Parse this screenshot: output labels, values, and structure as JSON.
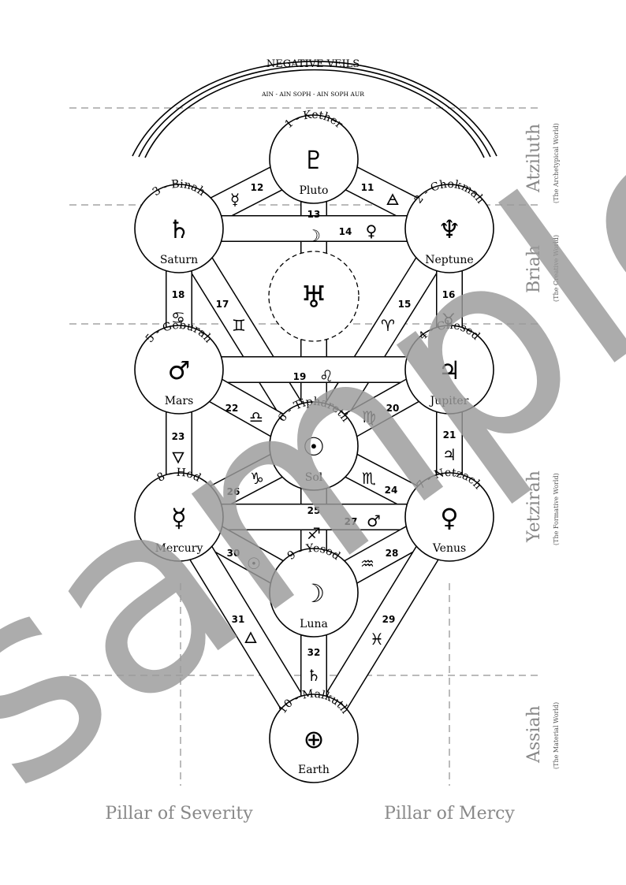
{
  "veils": {
    "title": "NEGATIVE VEILS",
    "subtitle": "AIN - AIN SOPH - AIN SOPH AUR"
  },
  "sephiroth": [
    {
      "id": "kether",
      "label": "1 - Kether",
      "planet": "Pluto",
      "symbol": "♇"
    },
    {
      "id": "chokmah",
      "label": "2 - Chokmah",
      "planet": "Neptune",
      "symbol": "♆"
    },
    {
      "id": "binah",
      "label": "3 - Binah",
      "planet": "Saturn",
      "symbol": "♄"
    },
    {
      "id": "chesed",
      "label": "4 - Chesed",
      "planet": "Jupiter",
      "symbol": "♃"
    },
    {
      "id": "geburah",
      "label": "5 - Geburah",
      "planet": "Mars",
      "symbol": "♂"
    },
    {
      "id": "tiphareth",
      "label": "6 - Tiphareth",
      "planet": "Sol",
      "symbol": "☉"
    },
    {
      "id": "netzach",
      "label": "7 - Netzach",
      "planet": "Venus",
      "symbol": "♀"
    },
    {
      "id": "hod",
      "label": "8 - Hod",
      "planet": "Mercury",
      "symbol": "☿"
    },
    {
      "id": "yesod",
      "label": "9 - Yesod",
      "planet": "Luna",
      "symbol": "☽"
    },
    {
      "id": "malkuth",
      "label": "10 - Malkuth",
      "planet": "Earth",
      "symbol": "⊕"
    }
  ],
  "daath": {
    "symbol": "♅"
  },
  "paths": [
    {
      "n": "11",
      "symbol": "🜁"
    },
    {
      "n": "12",
      "symbol": "☿"
    },
    {
      "n": "13",
      "symbol": "☽"
    },
    {
      "n": "14",
      "symbol": "♀"
    },
    {
      "n": "15",
      "symbol": "♈"
    },
    {
      "n": "16",
      "symbol": "♉"
    },
    {
      "n": "17",
      "symbol": "♊"
    },
    {
      "n": "18",
      "symbol": "♋"
    },
    {
      "n": "19",
      "symbol": "♌"
    },
    {
      "n": "20",
      "symbol": "♍"
    },
    {
      "n": "21",
      "symbol": "♃"
    },
    {
      "n": "22",
      "symbol": "♎"
    },
    {
      "n": "23",
      "symbol": "🜄"
    },
    {
      "n": "24",
      "symbol": "♏"
    },
    {
      "n": "25",
      "symbol": "♐"
    },
    {
      "n": "26",
      "symbol": "♑"
    },
    {
      "n": "27",
      "symbol": "♂"
    },
    {
      "n": "28",
      "symbol": "♒"
    },
    {
      "n": "29",
      "symbol": "♓"
    },
    {
      "n": "30",
      "symbol": "☉"
    },
    {
      "n": "31",
      "symbol": "🜂"
    },
    {
      "n": "32",
      "symbol": "♄"
    }
  ],
  "worlds": [
    {
      "name": "Atziluth",
      "sub": "(The Archetypical World)"
    },
    {
      "name": "Briah",
      "sub": "(The Creative World)"
    },
    {
      "name": "Yetzirah",
      "sub": "(The Formative World)"
    },
    {
      "name": "Assiah",
      "sub": "(The Material World)"
    }
  ],
  "pillars": {
    "left": "Pillar of Severity",
    "right": "Pillar of Mercy"
  },
  "watermark": "sample"
}
